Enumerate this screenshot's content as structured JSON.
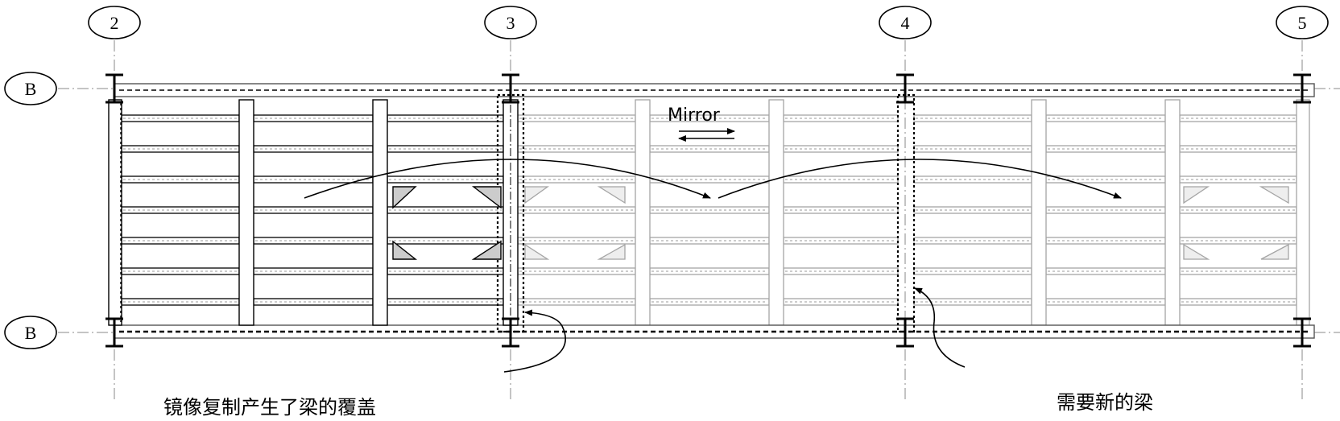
{
  "grid": {
    "columns": [
      "2",
      "3",
      "4",
      "5"
    ],
    "rows": [
      "B",
      "B"
    ]
  },
  "annotations": {
    "mirror": "Mirror",
    "overlap_note": "镜像复制产生了梁的覆盖",
    "new_beam_note": "需要新的梁"
  },
  "colors": {
    "ink": "#000000",
    "faded": "#9a9a9a",
    "background": "#ffffff"
  }
}
